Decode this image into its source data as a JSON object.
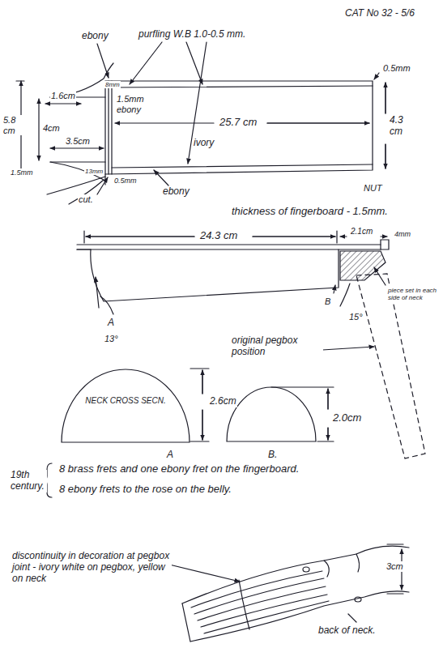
{
  "diagram": {
    "nodes": [
      {
        "text": [
          "NECK CROSS SECN."
        ]
      }
    ],
    "labels": [
      "CAT No 32 - 5/6",
      "ebony",
      "purfling W.B 1.0-0.5 mm.",
      "8mm",
      "0.5mm",
      "5.8 cm",
      "4cm",
      "1.6cm",
      "1.5mm ebony",
      "25.7 cm",
      "ivory",
      "4.3 cm",
      "3.5cm",
      "1.5mm",
      "13mm",
      "0.5mm",
      "ebony",
      "NUT",
      "cut.",
      "thickness of fingerboard - 1.5mm.",
      "24.3 cm",
      "2.1cm",
      "4mm",
      "A",
      "B",
      "13°",
      "15°",
      "piece set in each side of neck",
      "original pegbox position",
      "2.6cm",
      "A",
      "B.",
      "2.0cm",
      "19th century.",
      "8 brass frets and one ebony fret on the fingerboard.",
      "8 ebony frets to the rose on the belly.",
      "discontinuity in decoration at pegbox joint - ivory white on pegbox, yellow on neck",
      "3cm",
      "back of neck."
    ]
  }
}
